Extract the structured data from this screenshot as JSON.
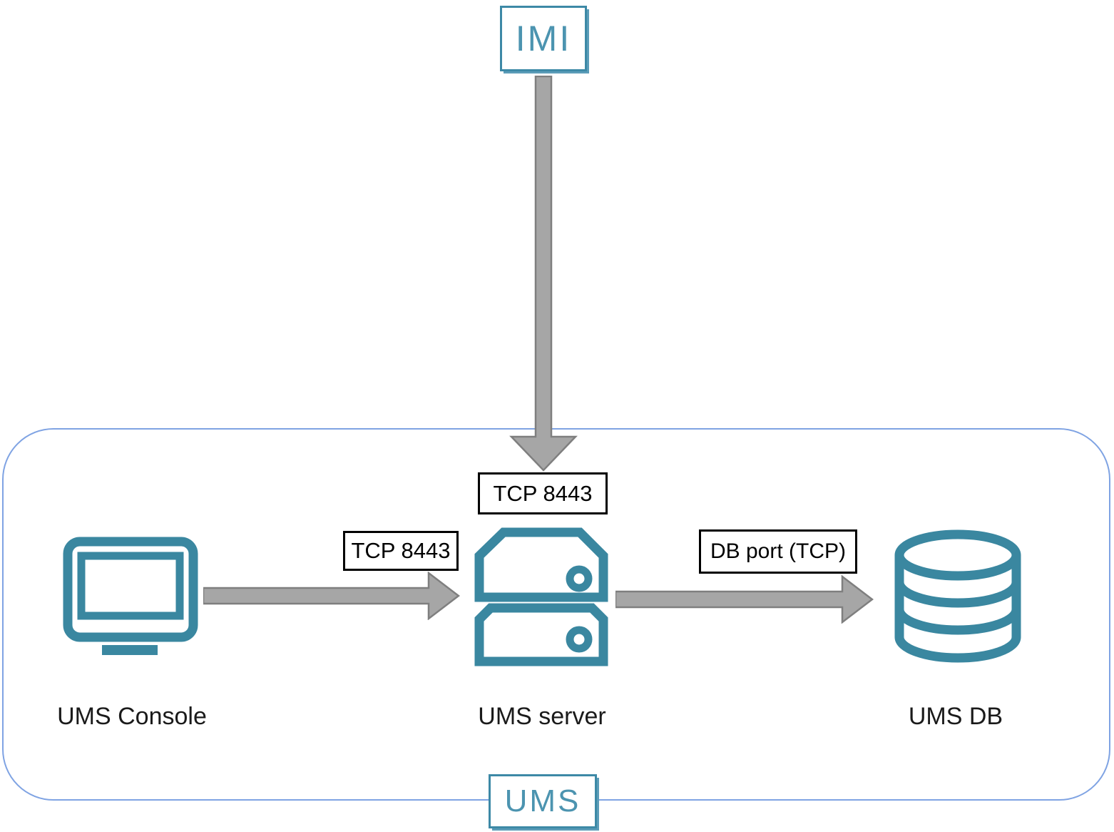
{
  "external_node": {
    "label": "IMI"
  },
  "container": {
    "label": "UMS"
  },
  "nodes": {
    "console": {
      "label": "UMS Console",
      "icon": "monitor-icon"
    },
    "server": {
      "label": "UMS server",
      "icon": "server-icon"
    },
    "db": {
      "label": "UMS DB",
      "icon": "database-icon"
    }
  },
  "connections": [
    {
      "from": "IMI",
      "to": "UMS server",
      "label": "TCP 8443",
      "direction": "down"
    },
    {
      "from": "UMS Console",
      "to": "UMS server",
      "label": "TCP 8443",
      "direction": "right"
    },
    {
      "from": "UMS server",
      "to": "UMS DB",
      "label": "DB port (TCP)",
      "direction": "right"
    }
  ],
  "colors": {
    "teal_icon": "#3a87a0",
    "teal_box_border": "#3d89a6",
    "teal_text": "#4c94b0",
    "container_border": "#7fa3e3",
    "arrow_fill": "#a6a6a6",
    "arrow_stroke": "#7f7f7f",
    "label_border": "#000000",
    "label_text": "#000000"
  }
}
